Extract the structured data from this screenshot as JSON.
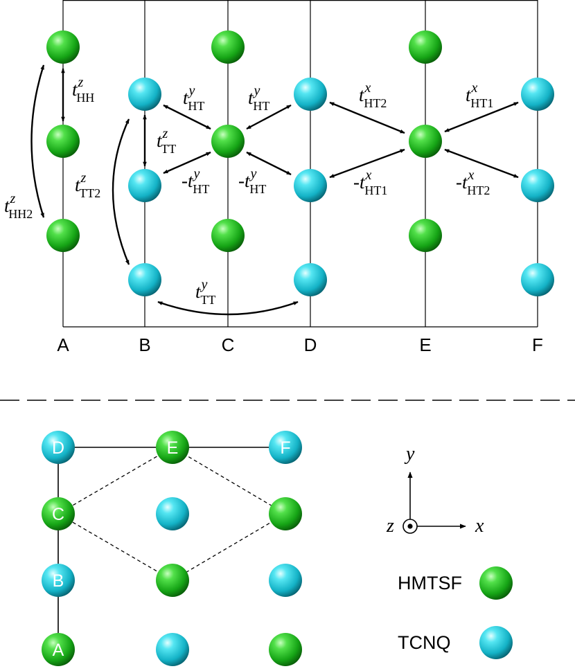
{
  "colors": {
    "hmtsf": "#1fb51f",
    "tcnq": "#19c3d6",
    "line": "#000000"
  },
  "top_panel": {
    "columns": [
      "A",
      "B",
      "C",
      "D",
      "E",
      "F"
    ],
    "hoppings": [
      {
        "sign": "",
        "t": "t",
        "sup": "z",
        "sub": "HH"
      },
      {
        "sign": "",
        "t": "t",
        "sup": "z",
        "sub": "HH2"
      },
      {
        "sign": "",
        "t": "t",
        "sup": "y",
        "sub": "HT"
      },
      {
        "sign": "",
        "t": "t",
        "sup": "z",
        "sub": "TT"
      },
      {
        "sign": "",
        "t": "t",
        "sup": "z",
        "sub": "TT2"
      },
      {
        "sign": "-",
        "t": "t",
        "sup": "y",
        "sub": "HT"
      },
      {
        "sign": "",
        "t": "t",
        "sup": "y",
        "sub": "HT"
      },
      {
        "sign": "-",
        "t": "t",
        "sup": "y",
        "sub": "HT"
      },
      {
        "sign": "",
        "t": "t",
        "sup": "x",
        "sub": "HT2"
      },
      {
        "sign": "-",
        "t": "t",
        "sup": "x",
        "sub": "HT1"
      },
      {
        "sign": "",
        "t": "t",
        "sup": "x",
        "sub": "HT1"
      },
      {
        "sign": "-",
        "t": "t",
        "sup": "x",
        "sub": "HT2"
      },
      {
        "sign": "",
        "t": "t",
        "sup": "y",
        "sub": "TT"
      }
    ]
  },
  "bottom_panel": {
    "site_labels": [
      "A",
      "B",
      "C",
      "D",
      "E",
      "F"
    ],
    "axes": {
      "x": "x",
      "y": "y",
      "z": "z"
    },
    "legend": [
      {
        "label": "HMTSF",
        "species": "hmtsf"
      },
      {
        "label": "TCNQ",
        "species": "tcnq"
      }
    ]
  }
}
